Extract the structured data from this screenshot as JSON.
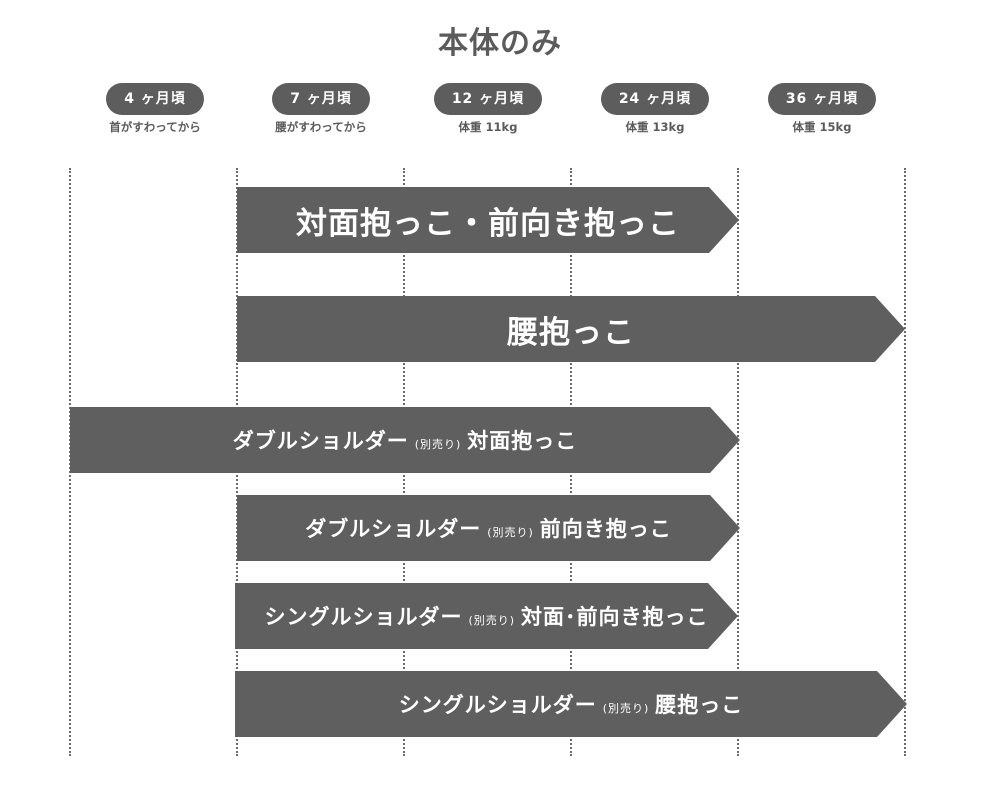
{
  "title": "本体のみ",
  "milestones": [
    {
      "age": "4 ヶ月頃",
      "desc": "首がすわってから"
    },
    {
      "age": "7 ヶ月頃",
      "desc": "腰がすわってから"
    },
    {
      "age": "12 ヶ月頃",
      "desc": "体重 11kg"
    },
    {
      "age": "24 ヶ月頃",
      "desc": "体重 13kg"
    },
    {
      "age": "36 ヶ月頃",
      "desc": "体重 15kg"
    }
  ],
  "bands": [
    {
      "main": "対面抱っこ・前向き抱っこ",
      "prefix": "",
      "note": "",
      "from": 1,
      "to": 4
    },
    {
      "main": "腰抱っこ",
      "prefix": "",
      "note": "",
      "from": 1,
      "to": 5
    },
    {
      "prefix": "ダブルショルダー",
      "note": "(別売り)",
      "main": "対面抱っこ",
      "from": 0,
      "to": 4
    },
    {
      "prefix": "ダブルショルダー",
      "note": "(別売り)",
      "main": "前向き抱っこ",
      "from": 1,
      "to": 4
    },
    {
      "prefix": "シングルショルダー",
      "note": "(別売り)",
      "main": "対面･前向き抱っこ",
      "from": 1,
      "to": 4
    },
    {
      "prefix": "シングルショルダー",
      "note": "(別売り)",
      "main": "腰抱っこ",
      "from": 1,
      "to": 5
    }
  ]
}
